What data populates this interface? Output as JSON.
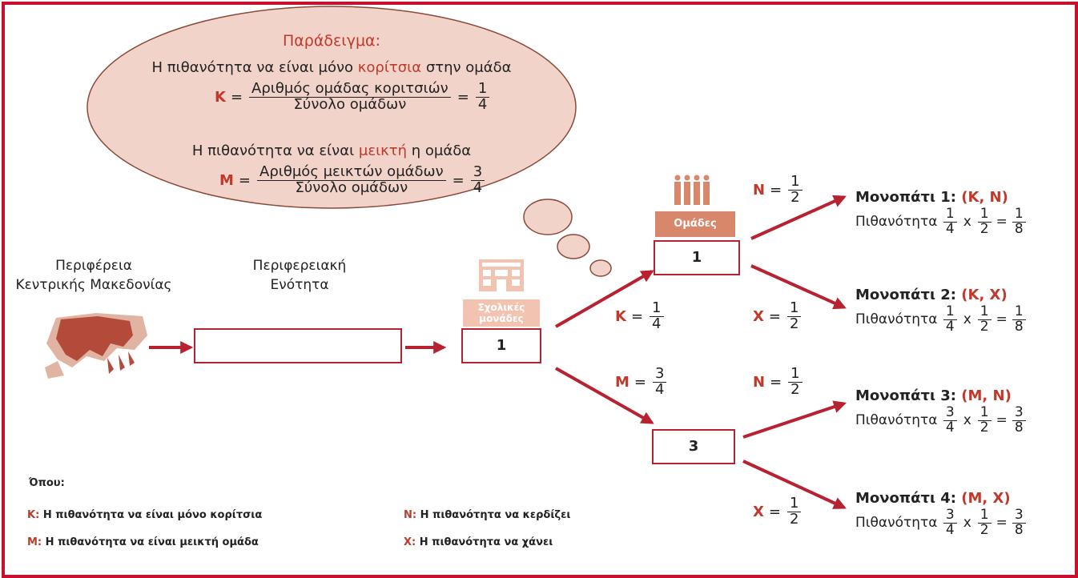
{
  "example_bubble": {
    "title": "Παράδειγμα:",
    "k_line_pre": "Η πιθανότητα να είναι μόνο ",
    "k_line_highlight": "κορίτσια",
    "k_line_post": " στην ομάδα",
    "k_symbol": "K",
    "k_eq": "=",
    "k_numerator": "Αριθμός ομάδας κοριτσιών",
    "k_denominator": "Σύνολο ομάδων",
    "k_value_num": "1",
    "k_value_den": "4",
    "m_line_pre": "Η πιθανότητα να είναι ",
    "m_line_highlight": "μεικτή",
    "m_line_post": " η ομάδα",
    "m_symbol": "M",
    "m_eq": "=",
    "m_numerator": "Αριθμός μεικτών ομάδων",
    "m_denominator": "Σύνολο ομάδων",
    "m_value_num": "3",
    "m_value_den": "4"
  },
  "flow": {
    "region_label_line1": "Περιφέρεια",
    "region_label_line2": "Κεντρικής Μακεδονίας",
    "unit_label_line1": "Περιφερειακή",
    "unit_label_line2": "Ενότητα",
    "unit_box_value": "",
    "schools_label_line1": "Σχολικές",
    "schools_label_line2": "μονάδες",
    "schools_box_value": "1",
    "groups_label": "Ομάδες",
    "groups_box_value": "1",
    "mixed_box_value": "3"
  },
  "branches": {
    "k": {
      "symbol": "K",
      "num": "1",
      "den": "4"
    },
    "m": {
      "symbol": "M",
      "num": "3",
      "den": "4"
    },
    "n1": {
      "symbol": "N",
      "num": "1",
      "den": "2"
    },
    "x1": {
      "symbol": "X",
      "num": "1",
      "den": "2"
    },
    "n2": {
      "symbol": "N",
      "num": "1",
      "den": "2"
    },
    "x2": {
      "symbol": "X",
      "num": "1",
      "den": "2"
    }
  },
  "paths": [
    {
      "title": "Μονοπάτι 1:",
      "pair": "(K, N)",
      "prob_label": "Πιθανότητα",
      "a_num": "1",
      "a_den": "4",
      "b_num": "1",
      "b_den": "2",
      "r_num": "1",
      "r_den": "8"
    },
    {
      "title": "Μονοπάτι 2:",
      "pair": "(K, X)",
      "prob_label": "Πιθανότητα",
      "a_num": "1",
      "a_den": "4",
      "b_num": "1",
      "b_den": "2",
      "r_num": "1",
      "r_den": "8"
    },
    {
      "title": "Μονοπάτι 3:",
      "pair": "(M, N)",
      "prob_label": "Πιθανότητα",
      "a_num": "3",
      "a_den": "4",
      "b_num": "1",
      "b_den": "2",
      "r_num": "3",
      "r_den": "8"
    },
    {
      "title": "Μονοπάτι 4:",
      "pair": "(M, X)",
      "prob_label": "Πιθανότητα",
      "a_num": "3",
      "a_den": "4",
      "b_num": "1",
      "b_den": "2",
      "r_num": "3",
      "r_den": "8"
    }
  ],
  "legend": {
    "heading": "Όπου:",
    "k_key": "K:",
    "k_text": "Η πιθανότητα να είναι μόνο κορίτσια",
    "m_key": "M:",
    "m_text": "Η πιθανότητα να είναι μεικτή ομάδα",
    "n_key": "N:",
    "n_text": "Η πιθανότητα να κερδίζει",
    "x_key": "X:",
    "x_text": "Η πιθανότητα να χάνει"
  },
  "colors": {
    "frame": "#c8102e",
    "accent": "#c0392b",
    "bubble_fill": "#f2d3ca",
    "icon_fill": "#d9876a",
    "map_dark": "#b34a3a",
    "map_light": "#e0b3a2"
  },
  "icons": [
    "thought-bubble",
    "region-map-icon",
    "school-building-icon",
    "people-group-icon",
    "arrow"
  ]
}
